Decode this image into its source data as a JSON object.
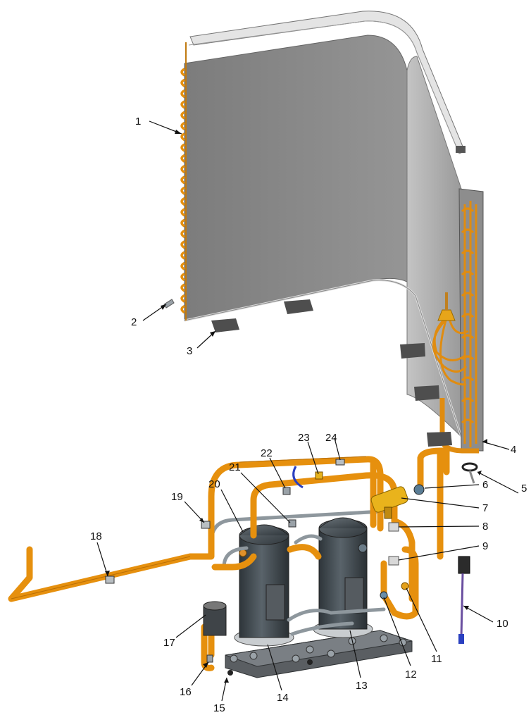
{
  "callouts": [
    {
      "id": "1",
      "text": "1"
    },
    {
      "id": "2",
      "text": "2"
    },
    {
      "id": "3",
      "text": "3"
    },
    {
      "id": "4",
      "text": "4"
    },
    {
      "id": "5",
      "text": "5"
    },
    {
      "id": "6",
      "text": "6"
    },
    {
      "id": "7",
      "text": "7"
    },
    {
      "id": "8",
      "text": "8"
    },
    {
      "id": "9",
      "text": "9"
    },
    {
      "id": "10",
      "text": "10"
    },
    {
      "id": "11",
      "text": "11"
    },
    {
      "id": "12",
      "text": "12"
    },
    {
      "id": "13",
      "text": "13"
    },
    {
      "id": "14",
      "text": "14"
    },
    {
      "id": "15",
      "text": "15"
    },
    {
      "id": "16",
      "text": "16"
    },
    {
      "id": "17",
      "text": "17"
    },
    {
      "id": "18",
      "text": "18"
    },
    {
      "id": "19",
      "text": "19"
    },
    {
      "id": "20",
      "text": "20"
    },
    {
      "id": "21",
      "text": "21"
    },
    {
      "id": "22",
      "text": "22"
    },
    {
      "id": "23",
      "text": "23"
    },
    {
      "id": "24",
      "text": "24"
    }
  ],
  "colors": {
    "pipe": "#e6900e",
    "pipe_dark": "#b06a08",
    "coil_face": "#8a8a8a",
    "coil_side": "#a8a8a8",
    "coil_top": "#dcdcdc",
    "compressor": "#3a4248",
    "compressor_hi": "#5a646a",
    "base": "#5e6266",
    "steel": "#9aa2a8",
    "pad": "#555555"
  }
}
